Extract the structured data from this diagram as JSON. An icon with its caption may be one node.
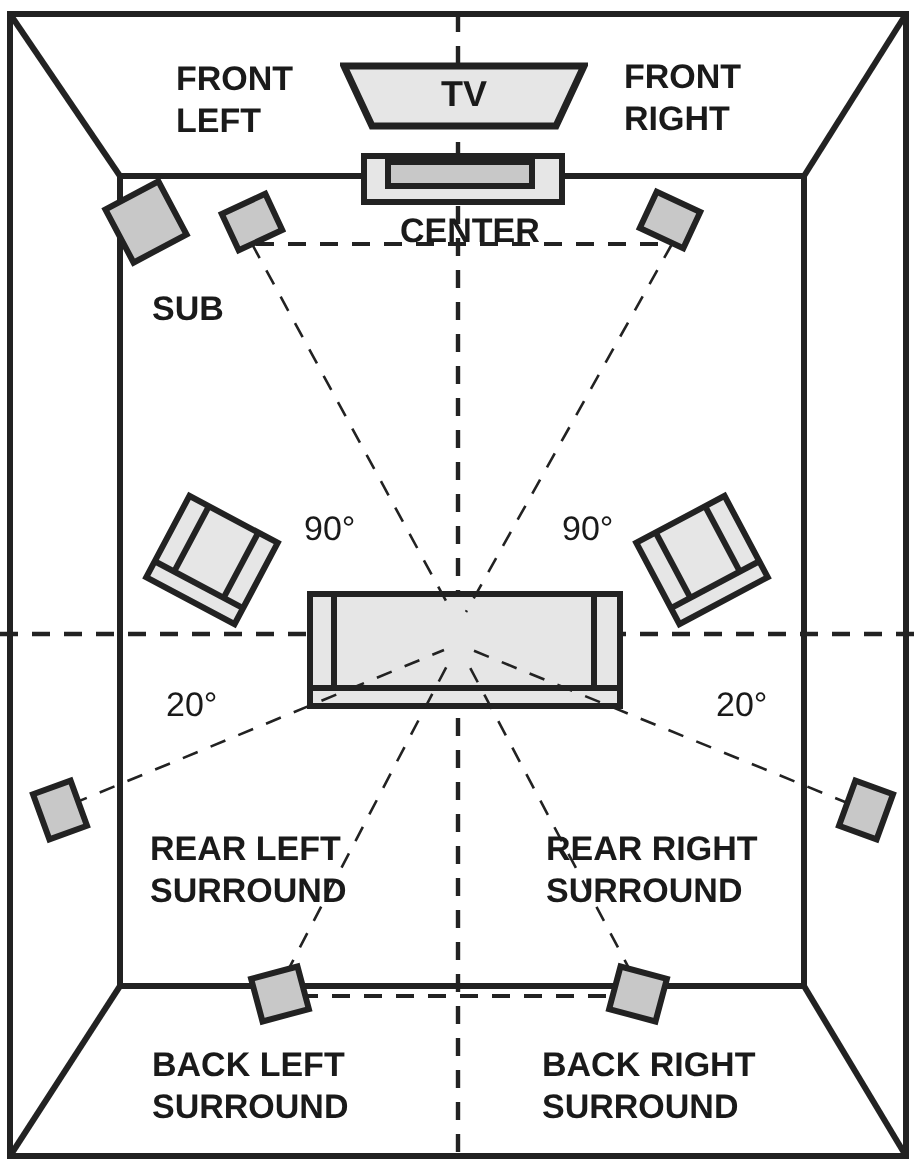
{
  "diagram": {
    "nodes": [
      {
        "text": [
          "TV"
        ]
      }
    ],
    "edges": [],
    "labels": [
      "FRONT LEFT",
      "FRONT RIGHT",
      "CENTER",
      "SUB",
      "90°",
      "90°",
      "20°",
      "20°",
      "REAR LEFT SURROUND",
      "REAR RIGHT SURROUND",
      "BACK LEFT SURROUND",
      "BACK RIGHT SURROUND"
    ]
  }
}
